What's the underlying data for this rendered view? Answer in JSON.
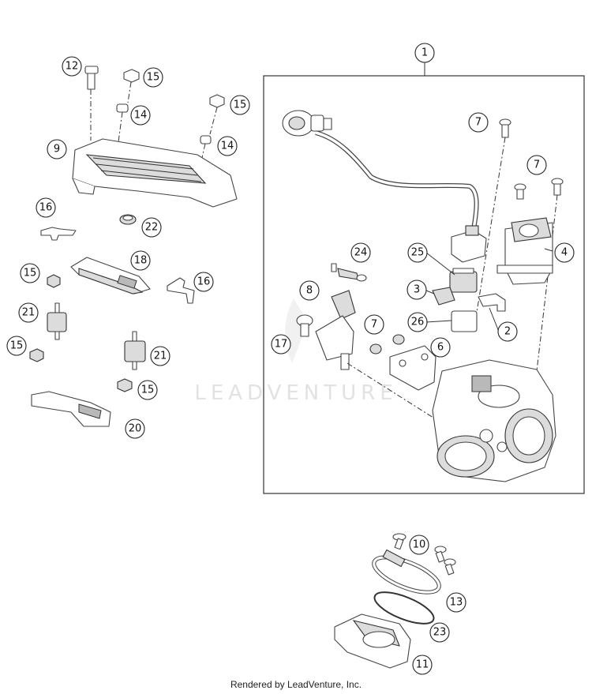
{
  "watermark": "LEADVENTURE",
  "footer": "Rendered by LeadVenture, Inc.",
  "callouts": {
    "c1": "1",
    "c2": "2",
    "c3": "3",
    "c4": "4",
    "c6": "6",
    "c7a": "7",
    "c7b": "7",
    "c7c": "7",
    "c8": "8",
    "c9": "9",
    "c10": "10",
    "c11": "11",
    "c12": "12",
    "c13": "13",
    "c14a": "14",
    "c14b": "14",
    "c15a": "15",
    "c15b": "15",
    "c15c": "15",
    "c15d": "15",
    "c15e": "15",
    "c16a": "16",
    "c16b": "16",
    "c17": "17",
    "c18": "18",
    "c20": "20",
    "c21a": "21",
    "c21b": "21",
    "c22": "22",
    "c23": "23",
    "c24": "24",
    "c25": "25",
    "c26": "26"
  }
}
